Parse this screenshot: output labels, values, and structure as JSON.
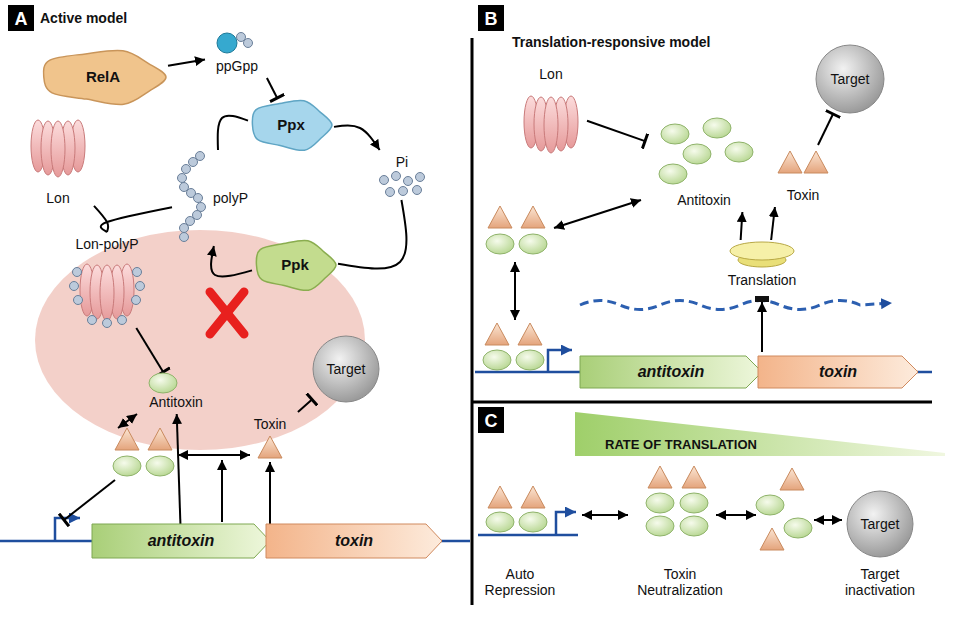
{
  "diagram": {
    "nodes": [
      {
        "text": [
          "A"
        ]
      },
      {
        "text": [
          "RelA"
        ]
      },
      {
        "text": [
          "ppGpp"
        ]
      },
      {
        "text": [
          "Ppx"
        ]
      },
      {
        "text": [
          "polyP"
        ]
      },
      {
        "text": [
          "Pi"
        ]
      },
      {
        "text": [
          "Ppk"
        ]
      },
      {
        "text": [
          "Lon"
        ]
      },
      {
        "text": [
          "Lon-polyP"
        ]
      },
      {
        "text": [
          "Antitoxin"
        ]
      },
      {
        "text": [
          "Toxin"
        ]
      },
      {
        "text": [
          "Target"
        ]
      },
      {
        "text": [
          "antitoxin"
        ]
      },
      {
        "text": [
          "toxin"
        ]
      },
      {
        "text": [
          "B"
        ]
      },
      {
        "text": [
          "Lon"
        ]
      },
      {
        "text": [
          "Antitoxin"
        ]
      },
      {
        "text": [
          "Toxin"
        ]
      },
      {
        "text": [
          "Target"
        ]
      },
      {
        "text": [
          "Translation"
        ]
      },
      {
        "text": [
          "antitoxin"
        ]
      },
      {
        "text": [
          "toxin"
        ]
      },
      {
        "text": [
          "C"
        ]
      },
      {
        "text": [
          "RATE OF TRANSLATION"
        ]
      },
      {
        "text": [
          "Target"
        ]
      }
    ],
    "edges": [
      {
        "from": 1,
        "to": 2,
        "arrow": "to"
      },
      {
        "from": 2,
        "to": 3,
        "arrow": "to"
      },
      {
        "from": 4,
        "to": 3,
        "arrow": "none"
      },
      {
        "from": 3,
        "to": 5,
        "arrow": "to"
      },
      {
        "from": 5,
        "to": 6,
        "arrow": "none"
      },
      {
        "from": 6,
        "to": 4,
        "arrow": "to"
      },
      {
        "from": 7,
        "to": 8,
        "arrow": "none"
      },
      {
        "from": 4,
        "to": 8,
        "arrow": "none"
      },
      {
        "from": 8,
        "to": 9,
        "arrow": "to"
      },
      {
        "from": 12,
        "to": 9,
        "arrow": "to"
      },
      {
        "from": 13,
        "to": 10,
        "arrow": "to"
      },
      {
        "from": 10,
        "to": 11,
        "arrow": "to"
      },
      {
        "from": 15,
        "to": 16,
        "arrow": "to"
      },
      {
        "from": 17,
        "to": 18,
        "arrow": "to"
      },
      {
        "from": 19,
        "to": 16,
        "arrow": "to"
      },
      {
        "from": 19,
        "to": 17,
        "arrow": "to"
      }
    ],
    "labels": [
      "Active model",
      "Translation-responsive model",
      "Auto Repression",
      "Toxin Neutralization",
      "Target inactivation"
    ]
  }
}
